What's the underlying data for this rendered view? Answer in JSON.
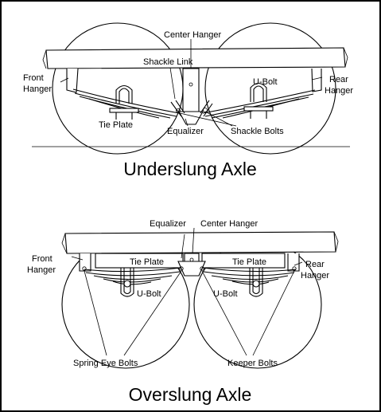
{
  "top_diagram": {
    "caption": "Underslung Axle",
    "labels": {
      "center_hanger": "Center Hanger",
      "shackle_link": "Shackle Link",
      "front_hanger": "Front\nHanger",
      "u_bolt": "U-Bolt",
      "rear_hanger": "Rear\nHanger",
      "tie_plate": "Tie Plate",
      "equalizer": "Equalizer",
      "shackle_bolts": "Shackle Bolts"
    }
  },
  "bottom_diagram": {
    "caption": "Overslung Axle",
    "labels": {
      "equalizer": "Equalizer",
      "center_hanger": "Center Hanger",
      "front_hanger": "Front\nHanger",
      "tie_plate_left": "Tie Plate",
      "tie_plate_right": "Tie Plate",
      "rear_hanger": "Rear\nHanger",
      "u_bolt_left": "U-Bolt",
      "u_bolt_right": "U-Bolt",
      "spring_eye_bolts": "Spring Eye Bolts",
      "keeper_bolts": "Keeper Bolts"
    }
  }
}
